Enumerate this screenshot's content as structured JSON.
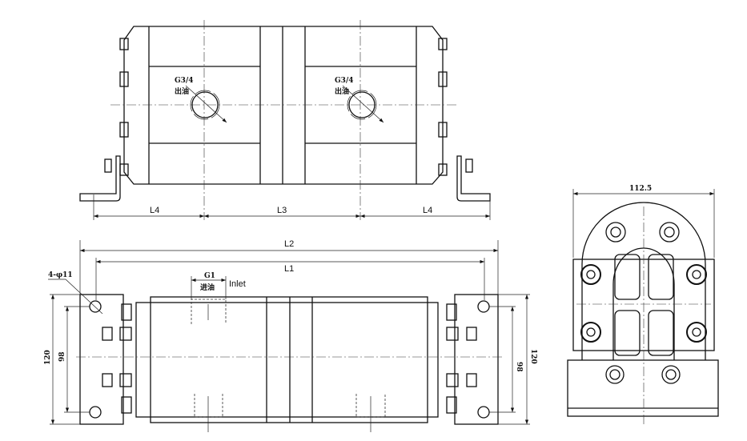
{
  "top_view": {
    "outlet_left": {
      "size": "G3/4",
      "name": "出油"
    },
    "outlet_right": {
      "size": "G3/4",
      "name": "出油"
    },
    "dims": {
      "l4_left": "L4",
      "l3": "L3",
      "l4_right": "L4"
    }
  },
  "front_view": {
    "dims": {
      "l2": "L2",
      "l1": "L1",
      "holes": "4-φ11",
      "height_left": "120",
      "pitch_left": "98",
      "height_right": "120",
      "pitch_right": "98"
    },
    "inlet": {
      "size": "G1",
      "name": "进油",
      "label": "Inlet"
    }
  },
  "side_view": {
    "dims": {
      "width": "112.5"
    }
  }
}
